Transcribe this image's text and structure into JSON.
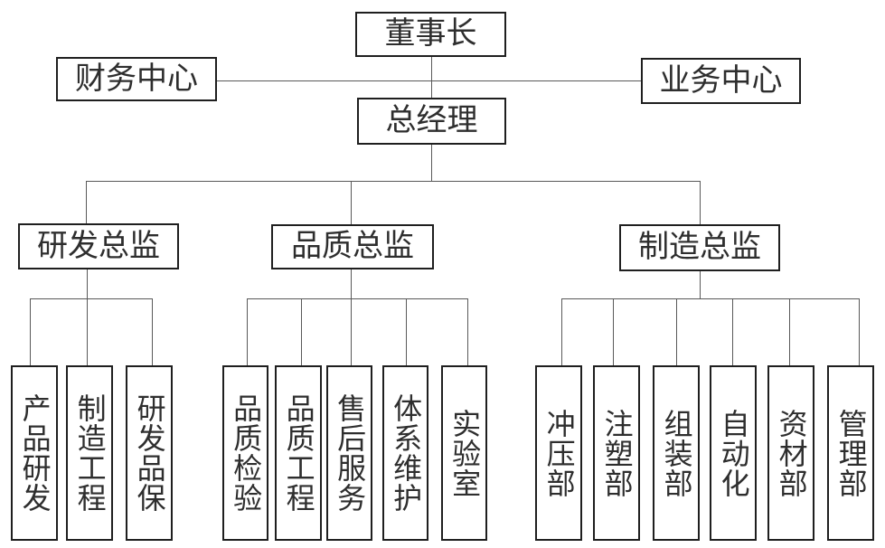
{
  "diagram": {
    "type": "org-chart",
    "background_color": "#ffffff",
    "box_border_color": "#1f1f1f",
    "connector_color": "#595959",
    "text_color": "#2e2e2e",
    "nodes": {
      "chairman": {
        "label": "董事长"
      },
      "finance_center": {
        "label": "财务中心"
      },
      "business_center": {
        "label": "业务中心"
      },
      "general_manager": {
        "label": "总经理"
      },
      "rd_director": {
        "label": "研发总监"
      },
      "quality_director": {
        "label": "品质总监"
      },
      "manufacturing_director": {
        "label": "制造总监"
      },
      "rd_departments": [
        {
          "label": "产品研发"
        },
        {
          "label": "制造工程"
        },
        {
          "label": "研发品保"
        }
      ],
      "quality_departments": [
        {
          "label": "品质检验"
        },
        {
          "label": "品质工程"
        },
        {
          "label": "售后服务"
        },
        {
          "label": "体系维护"
        },
        {
          "label": "实验室"
        }
      ],
      "manufacturing_departments": [
        {
          "label": "冲压部"
        },
        {
          "label": "注塑部"
        },
        {
          "label": "组装部"
        },
        {
          "label": "自动化"
        },
        {
          "label": "资材部"
        },
        {
          "label": "管理部"
        }
      ]
    }
  }
}
